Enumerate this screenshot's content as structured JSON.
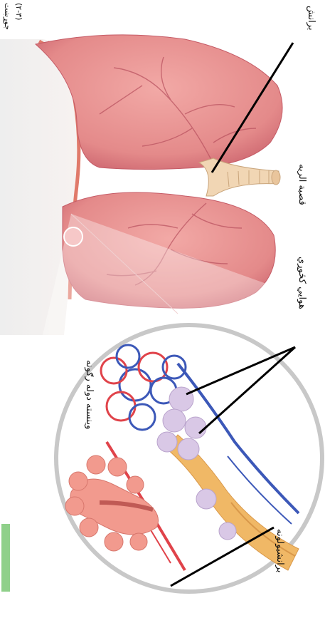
{
  "labels": {
    "bronchi": "برانش",
    "trachea": "قصبة الريه",
    "alveoli": "هوايي كڅوړي",
    "capillaries": "وينسته دوله رګونه",
    "bronchiole": "برانشيولونه"
  },
  "top_note": {
    "line1": "(۲-۳)",
    "line2": "جوړښت"
  },
  "colors": {
    "lung": "#e48a8a",
    "lung_shadow": "#c85f6a",
    "trachea": "#f1d6b4",
    "artery": "#e0434a",
    "vein": "#3c58b8",
    "alveoli": "#d9c8e6",
    "bronchiole": "#f0b866",
    "circle_border": "#c8c8c8",
    "green_tab": "#8fd08a"
  }
}
